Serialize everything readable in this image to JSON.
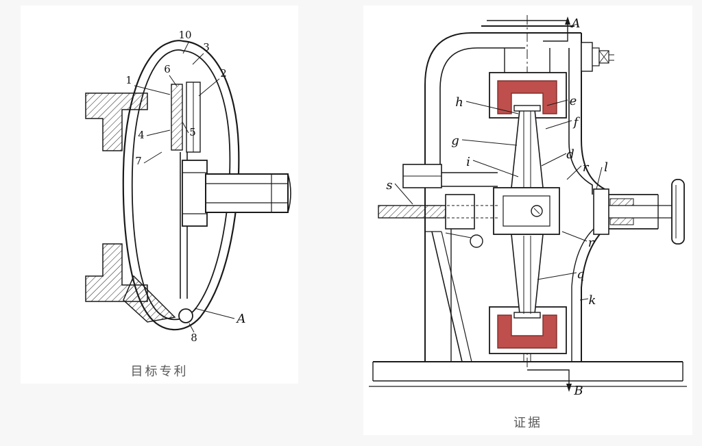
{
  "left_figure": {
    "caption": "目标专利",
    "labels": {
      "n10": "10",
      "n3": "3",
      "n1": "1",
      "n6": "6",
      "n2": "2",
      "n4": "4",
      "n5": "5",
      "n7": "7",
      "nA": "A",
      "n8": "8"
    }
  },
  "right_figure": {
    "caption": "证据",
    "labels": {
      "A": "A",
      "h": "h",
      "e": "e",
      "g": "g",
      "f": "f",
      "i": "i",
      "d": "d",
      "r1": "r",
      "l": "l",
      "s": "s",
      "r2": "r",
      "q": "q",
      "k": "k",
      "B": "B"
    }
  },
  "colors": {
    "highlight": "#bf4f4c",
    "highlight_stroke": "#7e2f2c",
    "line": "#1a1a1a",
    "caption": "#595959",
    "page_bg": "#f7f7f7",
    "panel_bg": "#ffffff"
  }
}
